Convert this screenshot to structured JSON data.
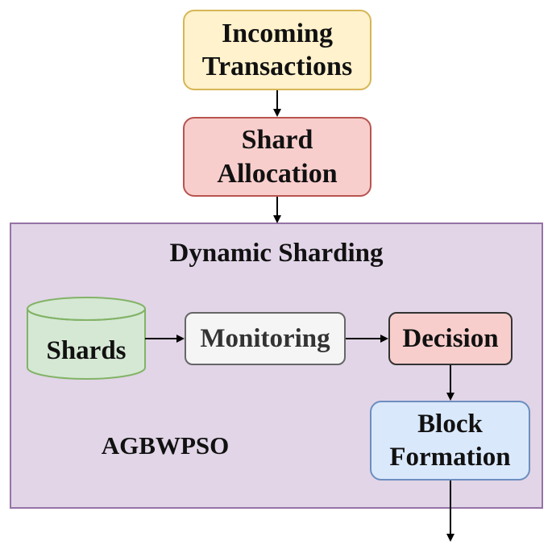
{
  "nodes": {
    "incoming_transactions": "Incoming\nTransactions",
    "shard_allocation": "Shard\nAllocation",
    "dynamic_sharding": "Dynamic Sharding",
    "shards": "Shards",
    "monitoring": "Monitoring",
    "decision": "Decision",
    "block_formation": "Block\nFormation",
    "algorithm": "AGBWPSO"
  },
  "colors": {
    "yellow_fill": "#fff2cc",
    "yellow_stroke": "#d6b656",
    "red_fill": "#f8cecc",
    "red_stroke": "#b85450",
    "purple_fill": "#e1d5e7",
    "purple_stroke": "#9673a6",
    "green_fill": "#d5e8d4",
    "green_stroke": "#82b366",
    "gray_fill": "#f5f5f5",
    "gray_stroke": "#666666",
    "blue_fill": "#dae8fc",
    "blue_stroke": "#6c8ebf"
  }
}
